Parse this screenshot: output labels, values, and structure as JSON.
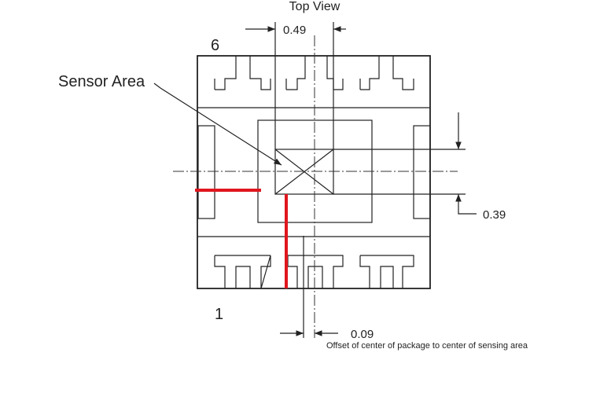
{
  "labels": {
    "title": "Top View",
    "pin_6": "6",
    "pin_1": "1",
    "sensor_area": "Sensor Area",
    "dim_width": "0.49",
    "dim_height": "0.39",
    "dim_offset": "0.09",
    "offset_note": "Offset of center of package to center of sensing area"
  },
  "colors": {
    "outline": "#222222",
    "highlight": "#e0161e"
  }
}
